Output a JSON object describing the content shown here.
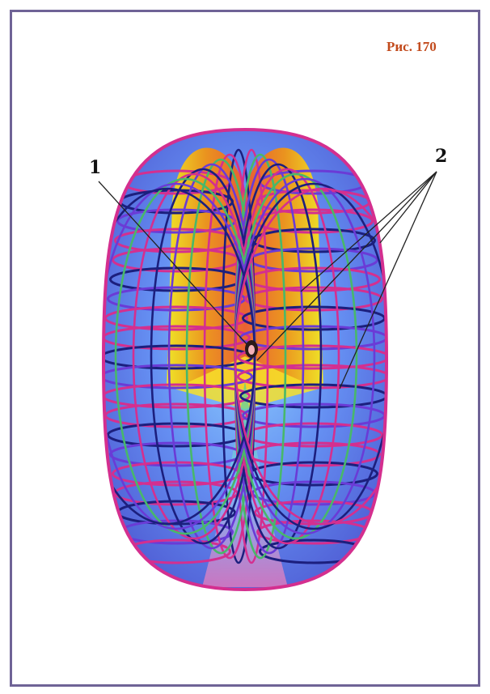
{
  "figure": {
    "caption": "Рис. 170",
    "callouts": [
      {
        "id": "1",
        "label": "1"
      },
      {
        "id": "2",
        "label": "2"
      }
    ]
  },
  "colors": {
    "frame": "#6f6396",
    "caption": "#c24a1c",
    "blue_shell": "#3a64e8",
    "magenta_rings": "#d42f8f",
    "navy_rings": "#1c1f7e",
    "orange_core": "#f08a16",
    "yellow_core": "#f5e51a",
    "green_core": "#48b86a"
  }
}
